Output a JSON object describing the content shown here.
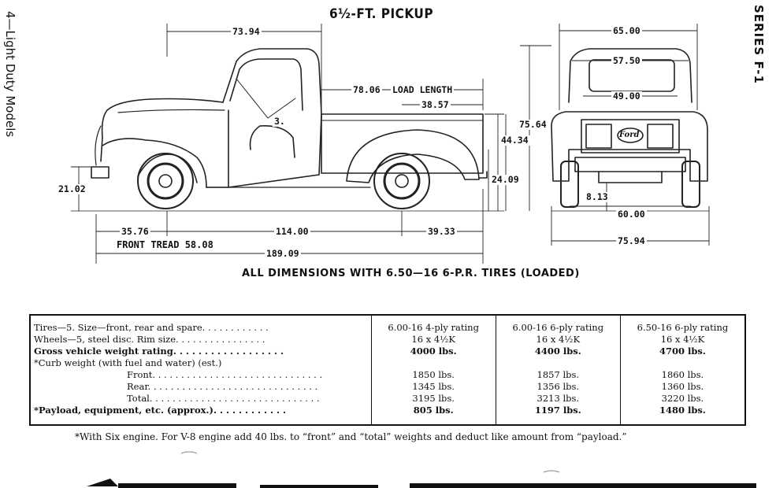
{
  "title": "6½-FT. PICKUP",
  "side_left": "4—Light Duty Models",
  "side_right": "SERIES F-1",
  "dims": {
    "d73_94": "73.94",
    "d78_06": "78.06",
    "load_length": "LOAD LENGTH",
    "d38_57": "38.57",
    "d3": "3.",
    "d75_64": "75.64",
    "d44_34": "44.34",
    "d24_09": "24.09",
    "d21_02": "21.02",
    "d35_76": "35.76",
    "d114_00": "114.00",
    "d39_33": "39.33",
    "front_tread": "FRONT TREAD 58.08",
    "d189_09": "189.09",
    "d65_00": "65.00",
    "d57_50": "57.50",
    "d49_00": "49.00",
    "d8_13": "8.13",
    "d60_00": "60.00",
    "d75_94": "75.94",
    "ford": "Ford"
  },
  "tires_note": "ALL DIMENSIONS WITH 6.50—16 6-P.R. TIRES (LOADED)",
  "spec_table": {
    "rows": [
      {
        "label": "Tires—5. Size—front, rear and spare. . . . . . . . . . . .",
        "bold": false,
        "indent": 0,
        "values": [
          "6.00-16 4-ply rating",
          "6.00-16 6-ply rating",
          "6.50-16 6-ply rating"
        ]
      },
      {
        "label": "Wheels—5, steel disc. Rim size. . . . . . . . . . . . . . . .",
        "bold": false,
        "indent": 0,
        "values": [
          "16 x 4½K",
          "16 x 4½K",
          "16 x 4½K"
        ]
      },
      {
        "label": "Gross vehicle weight rating. . . . . . . . . . . . . . . . . .",
        "bold": true,
        "indent": 0,
        "values": [
          "4000 lbs.",
          "4400 lbs.",
          "4700 lbs."
        ]
      },
      {
        "label": "*Curb weight (with fuel and water) (est.)",
        "bold": false,
        "indent": 0,
        "values": [
          "",
          "",
          ""
        ]
      },
      {
        "label": "Front. . . . . . . . . . . . . . . . . . . . . . . . . . . . . .",
        "bold": false,
        "indent": 1,
        "values": [
          "1850 lbs.",
          "1857 lbs.",
          "1860 lbs."
        ]
      },
      {
        "label": "Rear. . . . . . . . . . . . . . . . . . . . . . . . . . . . . .",
        "bold": false,
        "indent": 1,
        "values": [
          "1345 lbs.",
          "1356 lbs.",
          "1360 lbs."
        ]
      },
      {
        "label": "Total. . . . . . . . . . . . . . . . . . . . . . . . . . . . . .",
        "bold": false,
        "indent": 1,
        "values": [
          "3195 lbs.",
          "3213 lbs.",
          "3220 lbs."
        ]
      },
      {
        "label": "*Payload, equipment, etc. (approx.). . . . . . . . . . . .",
        "bold": true,
        "indent": 0,
        "values": [
          "805 lbs.",
          "1197 lbs.",
          "1480 lbs."
        ]
      }
    ]
  },
  "footnote": "*With Six engine. For V-8 engine add 40 lbs. to “front” and “total” weights and deduct like amount from “payload.”"
}
